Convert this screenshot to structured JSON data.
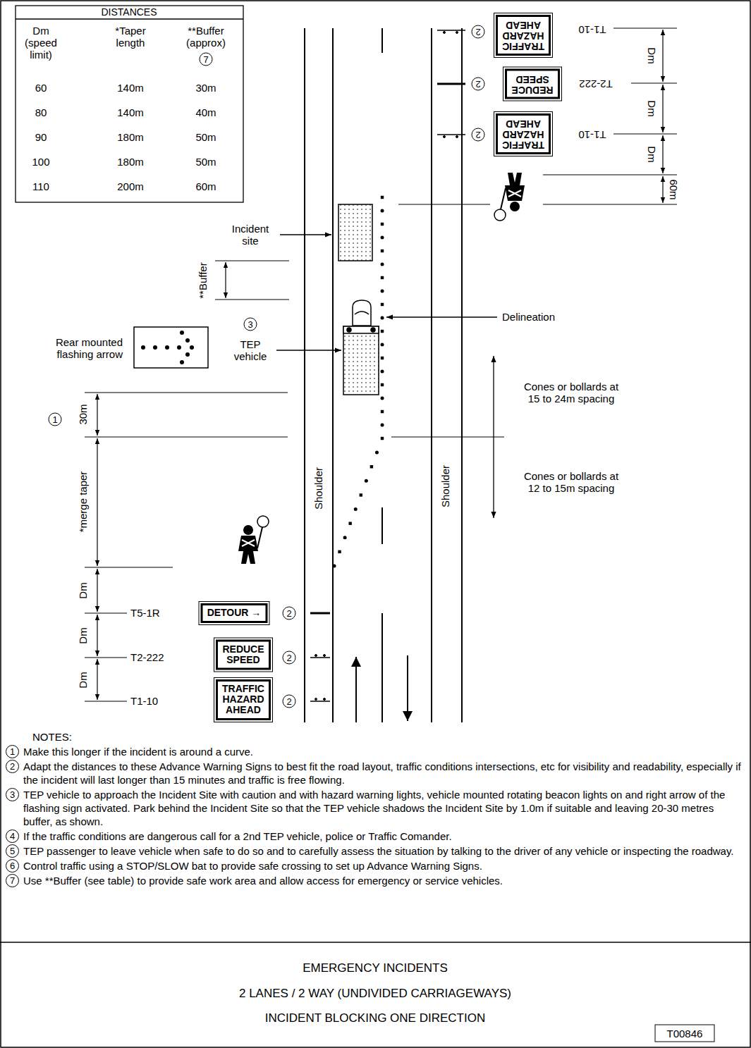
{
  "diagram": {
    "title": "EMERGENCY INCIDENTS",
    "nodes": [
      {
        "text": [
          "TRAFFIC HAZARD AHEAD"
        ]
      },
      {
        "text": [
          "REDUCE SPEED"
        ]
      },
      {
        "text": [
          "TRAFFIC HAZARD AHEAD"
        ]
      },
      {
        "text": [
          "DETOUR →"
        ]
      },
      {
        "text": [
          "REDUCE SPEED"
        ]
      },
      {
        "text": [
          "TRAFFIC HAZARD AHEAD"
        ]
      },
      {
        "text": [
          "T00846"
        ]
      }
    ],
    "labels": [
      "DISTANCES",
      "Dm",
      "*Taper",
      "**Buffer",
      "(speed",
      "length",
      "(approx)",
      "limit)",
      "7",
      "60",
      "140m",
      "30m",
      "80",
      "140m",
      "40m",
      "90",
      "180m",
      "50m",
      "100",
      "180m",
      "50m",
      "110",
      "200m",
      "60m",
      "T1-10",
      "2",
      "T2-222",
      "2",
      "T1-10",
      "2",
      "Dm",
      "Dm",
      "Dm",
      "60m",
      "Incident site",
      "**Buffer",
      "3",
      "TEP vehicle",
      "Rear mounted flashing arrow",
      "Delineation",
      "Cones or bollards at 15 to 24m spacing",
      "1",
      "30m",
      "Cones or bollards at 12 to 15m spacing",
      "*merge taper",
      "Shoulder",
      "Shoulder",
      "Dm",
      "T5-1R",
      "2",
      "Dm",
      "T2-222",
      "2",
      "Dm",
      "T1-10",
      "2",
      "NOTES:",
      "1",
      "Make this longer if the incident is around a curve.",
      "2",
      "Adapt the distances to these Advance Warning Signs to best fit the road layout, traffic conditions intersections, etc for visibility and readability, especially if the incident will last longer than 15 minutes and traffic is free flowing.",
      "3",
      "TEP vehicle to approach the Incident Site with caution and with hazard warning lights, vehicle mounted rotating beacon lights on and right arrow of the flashing sign activated. Park behind the Incident Site so that the TEP vehicle shadows the Incident Site by 1.0m if suitable and leaving 20-30 metres buffer, as shown.",
      "4",
      "If the traffic conditions are dangerous call for a 2nd TEP vehicle, police or Traffic Comander.",
      "5",
      "TEP passenger to leave vehicle when safe to do so and to carefully assess the situation by talking to the driver of any vehicle or inspecting the roadway.",
      "6",
      "Control traffic using a STOP/SLOW bat to provide safe crossing to set up Advance Warning Signs.",
      "7",
      "Use **Buffer (see table) to provide safe work area and allow access for emergency or service vehicles.",
      "2 LANES / 2 WAY (UNDIVIDED CARRIAGEWAYS)",
      "INCIDENT BLOCKING ONE DIRECTION"
    ]
  }
}
